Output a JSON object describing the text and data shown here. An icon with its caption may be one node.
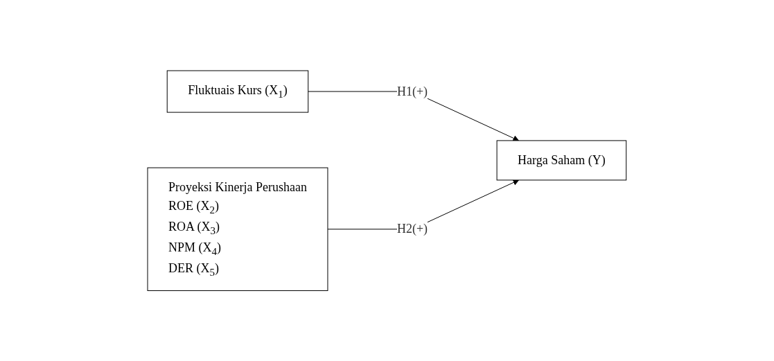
{
  "diagram": {
    "nodes": [
      {
        "text": [
          "Fluktuais Kurs (X$_{1}$)"
        ]
      },
      {
        "text": [
          "Proyeksi Kinerja Perushaan",
          "ROE (X$_{2}$)",
          "ROA (X$_{3}$)",
          "NPM (X$_{4}$)",
          "DER (X$_{5}$)"
        ]
      },
      {
        "text": [
          "Harga Saham (Y)"
        ]
      }
    ],
    "edges": [
      {
        "from": 0,
        "to": 2,
        "arrow": "to",
        "label": "H1(+)"
      },
      {
        "from": 1,
        "to": 2,
        "arrow": "to",
        "label": "H2(+)"
      }
    ]
  }
}
